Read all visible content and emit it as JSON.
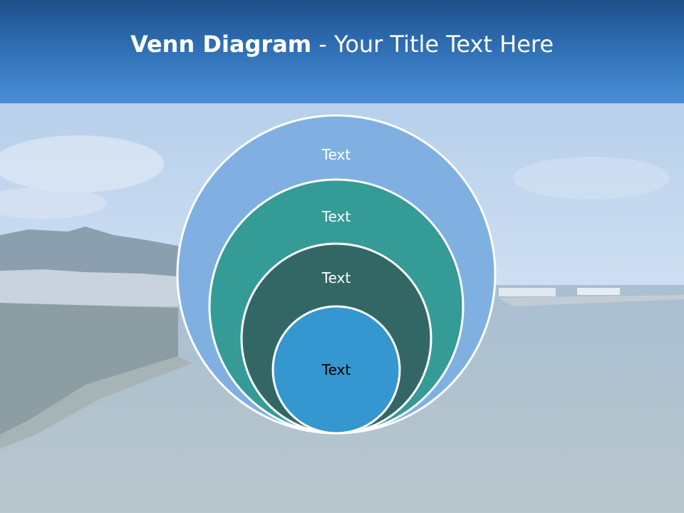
{
  "slide": {
    "title_bold": "Venn Diagram",
    "title_rest": " - Your Title Text Here"
  },
  "diagram": {
    "rings": [
      {
        "label": "Text",
        "fill": "#7fb0e1",
        "text_color": "#ffffff"
      },
      {
        "label": "Text",
        "fill": "#349b97",
        "text_color": "#ffffff"
      },
      {
        "label": "Text",
        "fill": "#336766",
        "text_color": "#ffffff"
      },
      {
        "label": "Text",
        "fill": "#3497d0",
        "text_color": "#000000"
      }
    ]
  },
  "colors": {
    "header_top": "#1d4f86",
    "header_bottom": "#4a8fd6",
    "ring_outline": "#ffffff"
  }
}
